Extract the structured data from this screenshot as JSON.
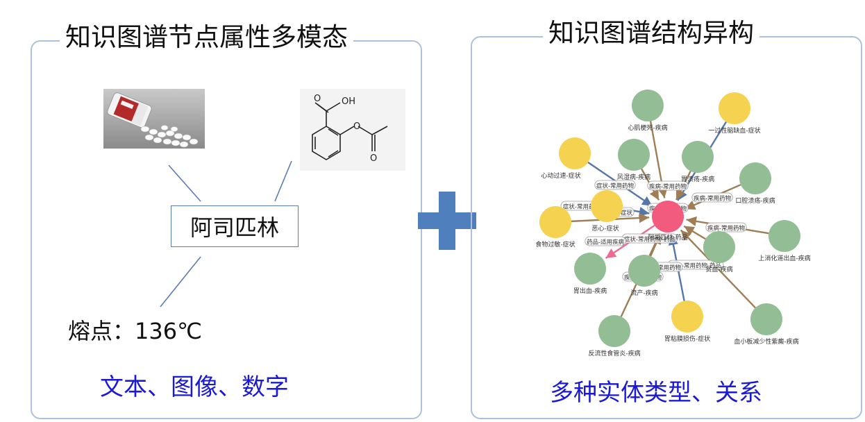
{
  "left": {
    "title": "知识图谱节点属性多模态",
    "entity": "阿司匹林",
    "melting_point": "熔点：136℃",
    "caption": "文本、图像、数字",
    "molecule_label": "OH"
  },
  "right": {
    "title": "知识图谱结构异构",
    "caption": "多种实体类型、关系"
  },
  "graph": {
    "center": {
      "label": "阿司匹林-药品",
      "color": "#f25a7e"
    },
    "node_types": {
      "disease": "#93bd94",
      "symptom": "#f5d24f"
    },
    "nodes": [
      {
        "label": "心肌梗死-疾病",
        "type": "disease"
      },
      {
        "label": "一过性脑缺血-症状",
        "type": "symptom"
      },
      {
        "label": "心动过速-症状",
        "type": "symptom"
      },
      {
        "label": "风湿病-疾病",
        "type": "disease"
      },
      {
        "label": "胃溃疡-疾病",
        "type": "disease"
      },
      {
        "label": "口腔溃疡-疾病",
        "type": "disease"
      },
      {
        "label": "恶心-症状",
        "type": "symptom"
      },
      {
        "label": "食物过敏-症状",
        "type": "symptom"
      },
      {
        "label": "上消化道出血-疾病",
        "type": "disease"
      },
      {
        "label": "贫血-疾病",
        "type": "disease"
      },
      {
        "label": "胃出血-疾病",
        "type": "disease"
      },
      {
        "label": "流产-疾病",
        "type": "disease"
      },
      {
        "label": "胃粘膜损伤-症状",
        "type": "symptom"
      },
      {
        "label": "血小板减少性紫癜-疾病",
        "type": "disease"
      },
      {
        "label": "反流性食管炎-疾病",
        "type": "disease"
      }
    ],
    "edge_labels": [
      "症状-常用药物",
      "疾病-常用药物",
      "症状-常用药物-药品",
      "药品-适用症状",
      "疾病-常用药物",
      "疾病-常用药物",
      "症状-常用药物-药品",
      "药品-适用疾病",
      "疾病-常用药物",
      "症状-常用药物-药品",
      "疾病-常用药物",
      "疾病-常用药物"
    ]
  }
}
